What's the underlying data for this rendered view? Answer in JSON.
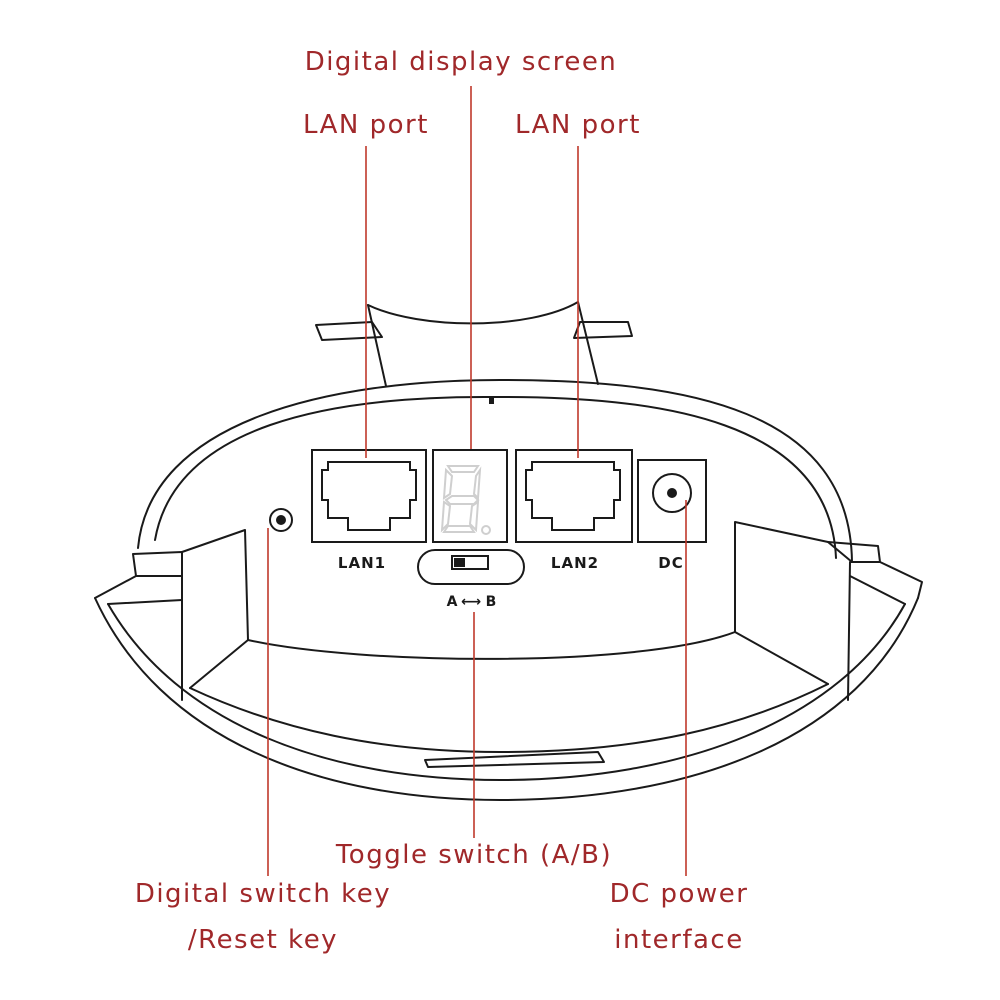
{
  "colors": {
    "callout_text": "#a0282a",
    "leader_line": "#c0392b",
    "outline": "#1a1a1a",
    "segment_off": "#cfcfcf"
  },
  "callouts": {
    "display_screen": "Digital display screen",
    "lan_left": "LAN port",
    "lan_right": "LAN port",
    "toggle_switch": "Toggle switch (A/B)",
    "switch_key_line1": "Digital switch key",
    "switch_key_line2": "/Reset key",
    "dc_line1": "DC power",
    "dc_line2": "interface"
  },
  "ports": {
    "lan1": "LAN1",
    "lan2": "LAN2",
    "dc": "DC"
  },
  "toggle": {
    "label_a": "A",
    "label_b": "B",
    "arrow": "⟷"
  }
}
